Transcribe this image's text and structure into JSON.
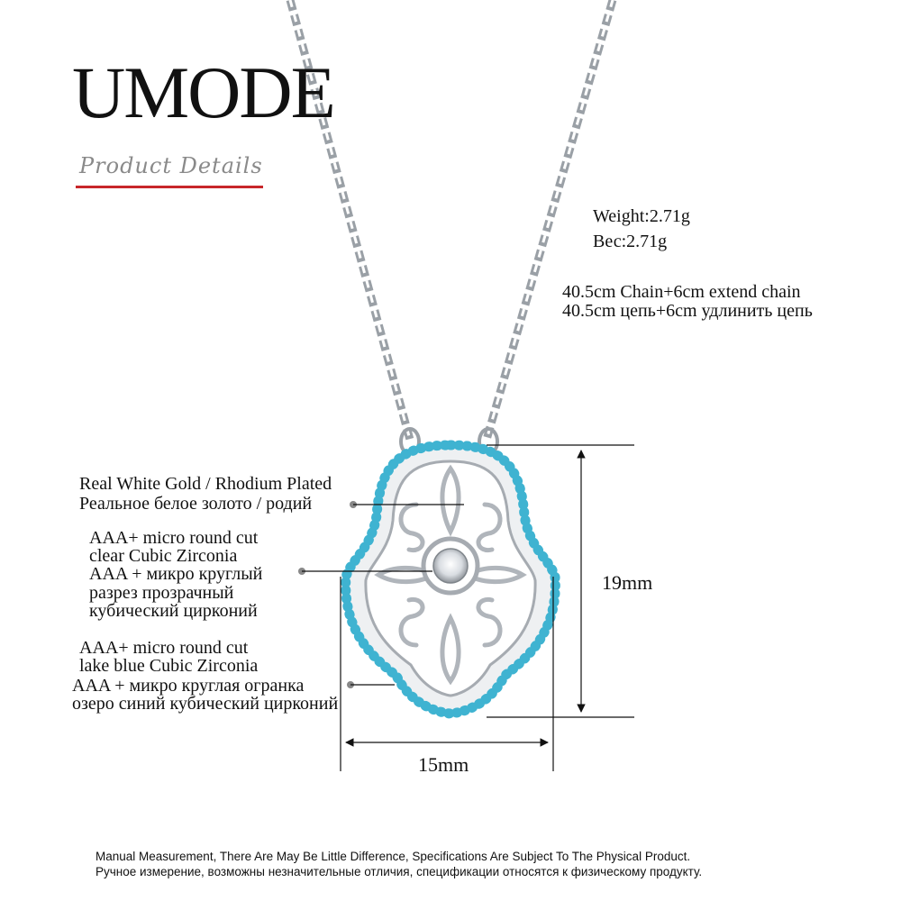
{
  "brand": {
    "name": "UMODE",
    "subtitle": "Product Details",
    "accent_color": "#c8262a"
  },
  "specs": {
    "weight_en": "Weight:2.71g",
    "weight_ru": "Вес:2.71g",
    "chain_en": "40.5cm Chain+6cm extend chain",
    "chain_ru": "40.5cm цепь+6cm удлинить цепь"
  },
  "callouts": {
    "metal": {
      "en": "Real White Gold / Rhodium Plated",
      "ru": "Реальное белое золото / родий"
    },
    "clear_stone": {
      "en_line1": "AAA+ micro round cut",
      "en_line2": "clear Cubic Zirconia",
      "ru_line1": "AAA + микро круглый",
      "ru_line2": "разрез прозрачный",
      "ru_line3": "кубический цирконий"
    },
    "blue_stone": {
      "en_line1": "AAA+ micro round cut",
      "en_line2": "lake blue Cubic Zirconia",
      "ru_line1": "AAA + микро круглая огранка",
      "ru_line2": "озеро синий кубический цирконий"
    }
  },
  "dimensions": {
    "height": "19mm",
    "width": "15mm"
  },
  "footer": {
    "en": "Manual Measurement, There Are May Be Little Difference, Specifications Are Subject To The Physical Product.",
    "ru": "Ручное измерение, возможны незначительные отличия, спецификации относятся к физическому продукту."
  },
  "colors": {
    "stone_blue": "#3fb3d1",
    "silver": "#b8bcc2",
    "dimension_line": "#111111"
  }
}
